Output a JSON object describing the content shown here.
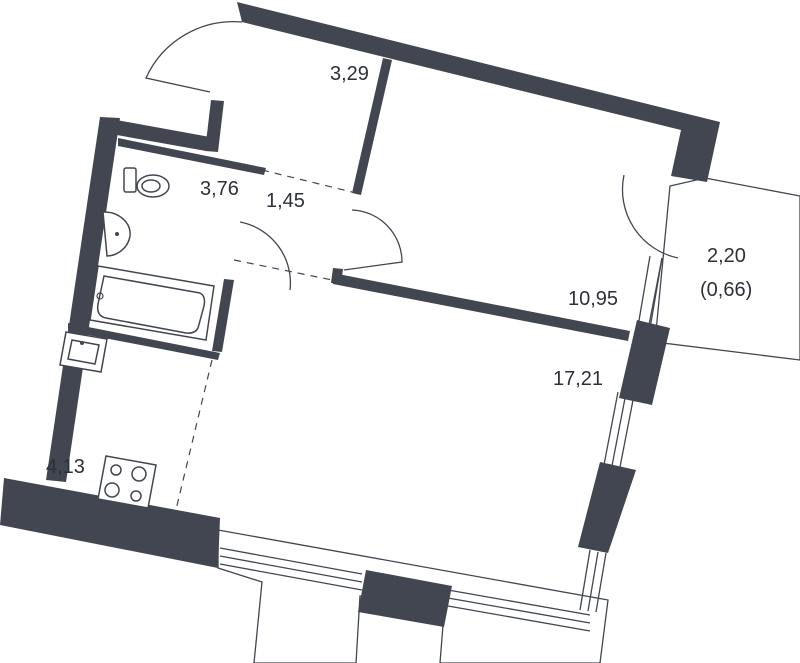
{
  "rooms": {
    "corridor_top": "3,29",
    "bedroom": "10,95",
    "balcony_area": "2,20",
    "balcony_reduced": "(0,66)",
    "bathroom": "3,76",
    "hall": "1,45",
    "living": "17,21",
    "kitchen": "4,13"
  }
}
